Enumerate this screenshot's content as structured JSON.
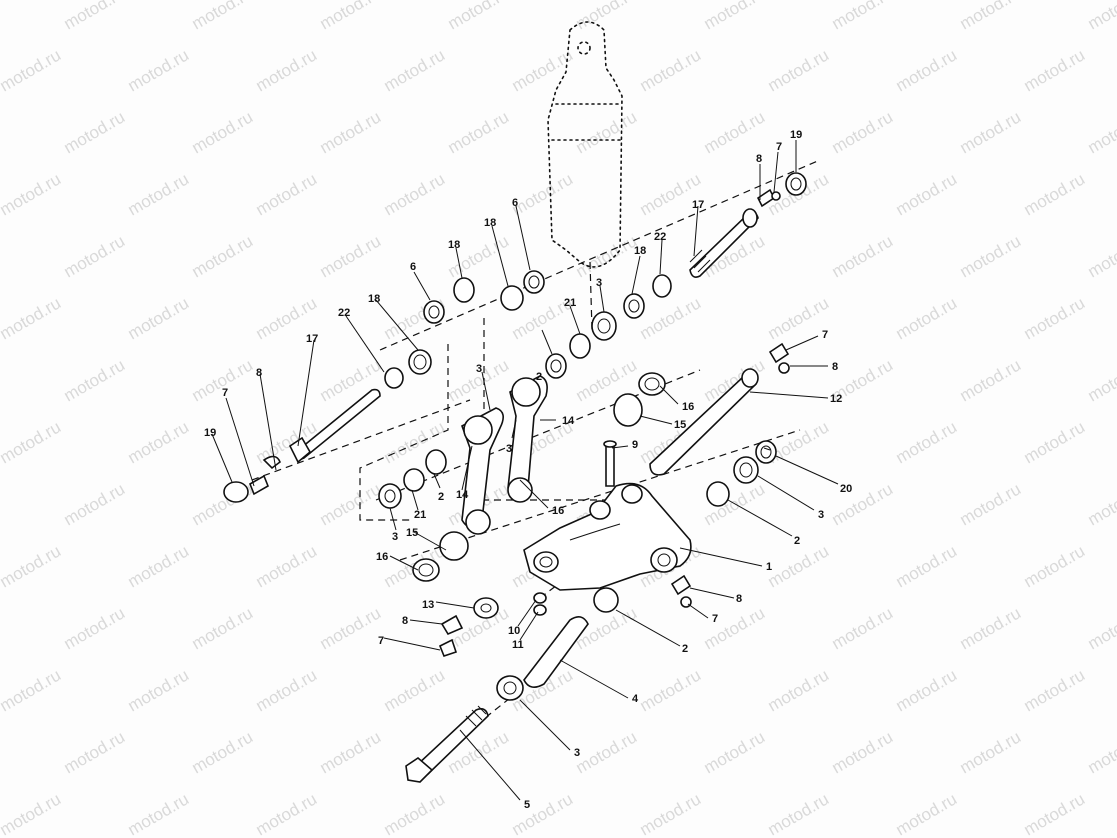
{
  "watermark": "motod.ru",
  "callouts": {
    "c1": "1",
    "c2a": "2",
    "c2b": "2",
    "c2c": "2",
    "c2d": "2",
    "c3a": "3",
    "c3b": "3",
    "c3c": "3",
    "c3d": "3",
    "c3e": "3",
    "c3f": "3",
    "c4": "4",
    "c5": "5",
    "c6a": "6",
    "c6b": "6",
    "c7a": "7",
    "c7b": "7",
    "c7c": "7",
    "c7d": "7",
    "c7e": "7",
    "c8a": "8",
    "c8b": "8",
    "c8c": "8",
    "c8d": "8",
    "c8e": "8",
    "c9": "9",
    "c10": "10",
    "c11": "11",
    "c12": "12",
    "c13": "13",
    "c14a": "14",
    "c14b": "14",
    "c15a": "15",
    "c15b": "15",
    "c16a": "16",
    "c16b": "16",
    "c16c": "16",
    "c17a": "17",
    "c17b": "17",
    "c18a": "18",
    "c18b": "18",
    "c18c": "18",
    "c18d": "18",
    "c19a": "19",
    "c19b": "19",
    "c20": "20",
    "c21a": "21",
    "c21b": "21",
    "c22a": "22",
    "c22b": "22"
  }
}
